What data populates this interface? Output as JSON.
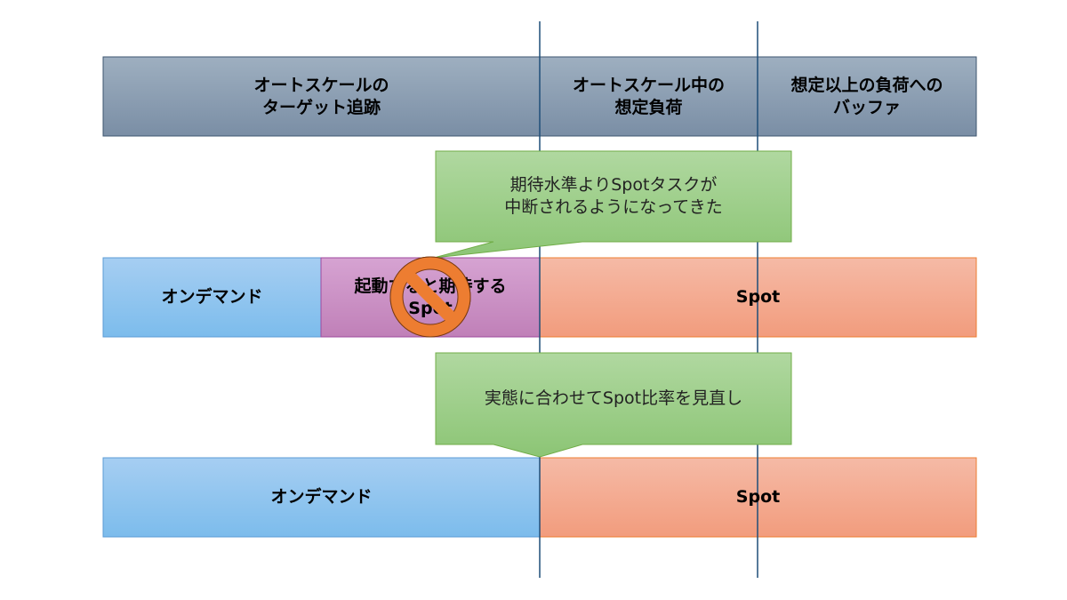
{
  "header": {
    "segments": [
      {
        "label": "オートスケールの\nターゲット追跡"
      },
      {
        "label": "オートスケール中の\n想定負荷"
      },
      {
        "label": "想定以上の負荷への\nバッファ"
      }
    ]
  },
  "row1": {
    "on_demand": "オンデマンド",
    "expected_spot": "起動すると期待する\nSpot",
    "spot": "Spot"
  },
  "callout1": "期待水準よりSpotタスクが\n中断されるようになってきた",
  "callout2": "実態に合わせてSpot比率を見直し",
  "row2": {
    "on_demand": "オンデマンド",
    "spot": "Spot"
  },
  "colors": {
    "header": "#8497b0",
    "on_demand": "#9dc3e6",
    "expected": "#c991c9",
    "spot": "#f4b09a",
    "callout": "#a9d18e",
    "prohibit": "#ed7d31",
    "divider": "#1f4e79"
  }
}
